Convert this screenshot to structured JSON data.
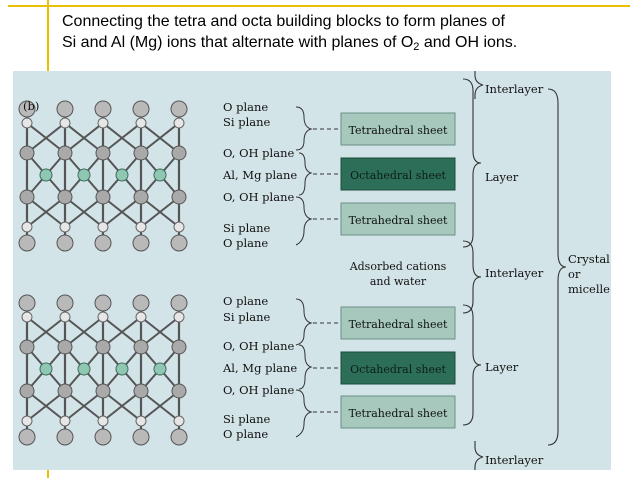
{
  "caption": {
    "line1": "Connecting the tetra and octa building blocks to form planes of",
    "line2_a": "Si and Al (Mg) ions that alternate with planes of O",
    "line2_sub": "2",
    "line2_b": " and OH ions."
  },
  "figure": {
    "panel_label": "(b)",
    "top_unit": {
      "planes": [
        "O plane",
        "Si plane",
        "O, OH plane",
        "Al, Mg plane",
        "O, OH plane",
        "Si plane",
        "O plane"
      ],
      "sheets": [
        "Tetrahedral sheet",
        "Octahedral sheet",
        "Tetrahedral sheet"
      ]
    },
    "bottom_unit": {
      "planes": [
        "O plane",
        "Si plane",
        "O, OH plane",
        "Al, Mg plane",
        "O, OH plane",
        "Si plane",
        "O plane"
      ],
      "sheets": [
        "Tetrahedral sheet",
        "Octahedral sheet",
        "Tetrahedral sheet"
      ]
    },
    "middle_label_line1": "Adsorbed cations",
    "middle_label_line2": "and water",
    "right_labels": {
      "interlayer_top": "Interlayer",
      "layer_top": "Layer",
      "interlayer_mid": "Interlayer",
      "layer_bottom": "Layer",
      "interlayer_bottom": "Interlayer"
    },
    "crystal_label": [
      "Crystal",
      "or",
      "micelle"
    ],
    "colors": {
      "background": "#d3e4e8",
      "tetrahedral_sheet": "#a6c8bd",
      "octahedral_sheet": "#2c6e58",
      "accent_line": "#e8c000"
    }
  }
}
